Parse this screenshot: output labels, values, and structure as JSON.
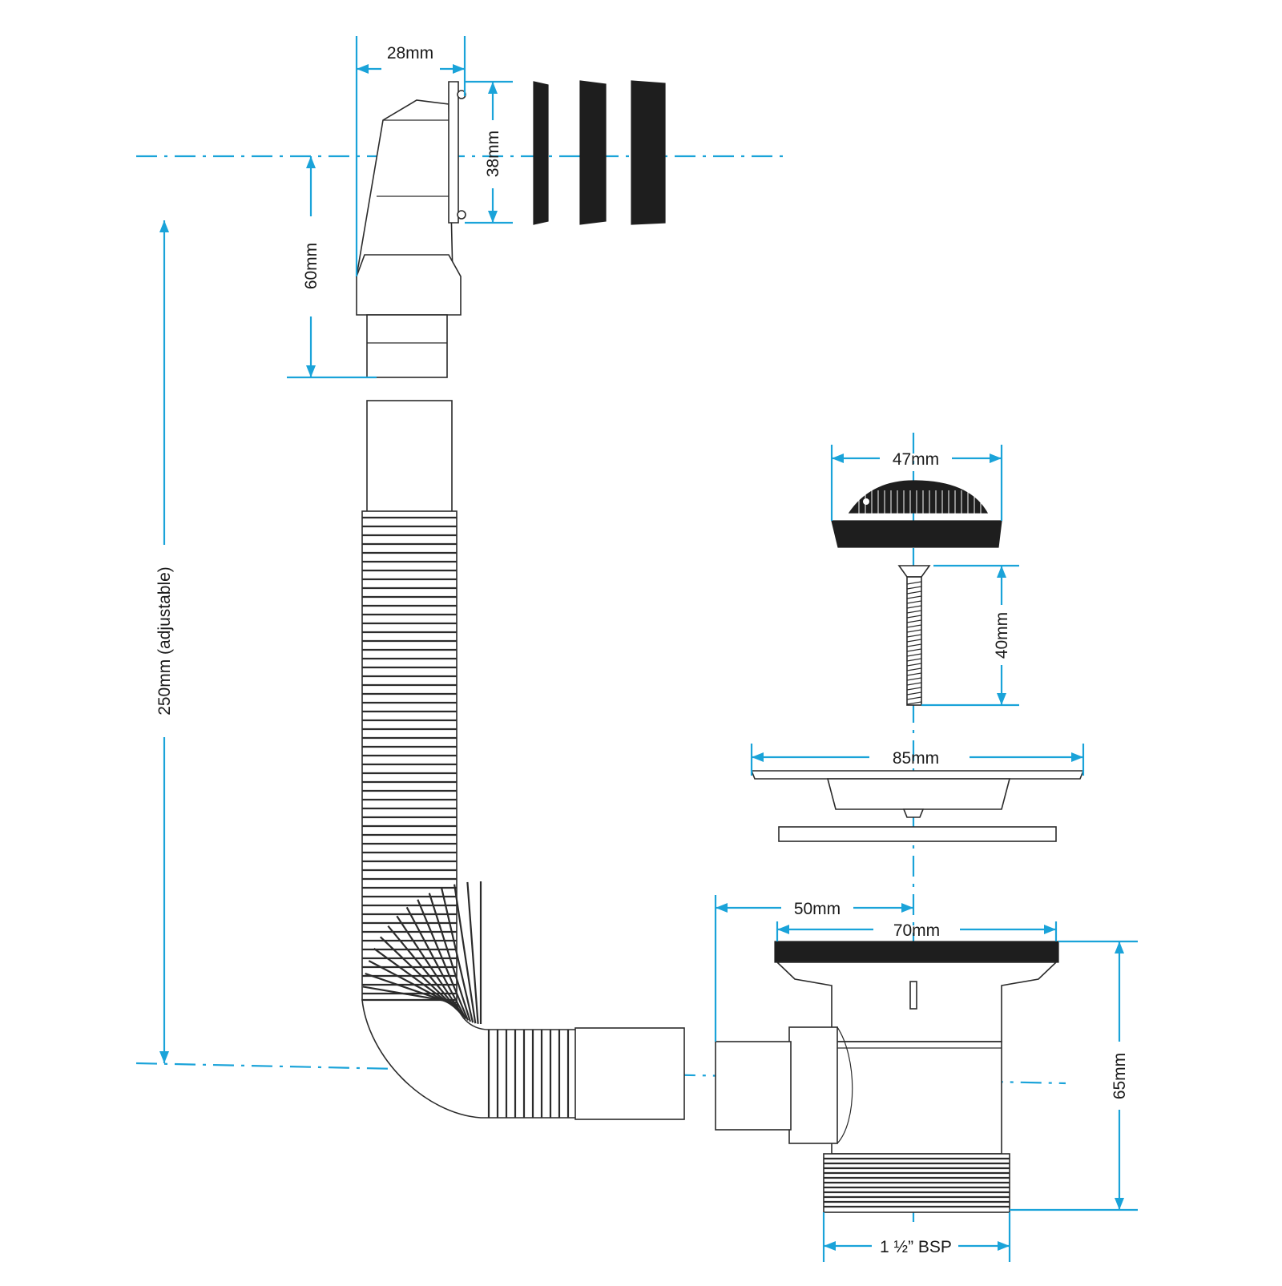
{
  "diagram": {
    "colors": {
      "dimension_line": "#1aa3d9",
      "outline": "#2b2b2b",
      "solid_part": "#1e1e1e",
      "background": "#ffffff"
    },
    "dimensions": {
      "overflow_width": "28mm",
      "overflow_height": "38mm",
      "overflow_depth": "60mm",
      "hose_length": "250mm (adjustable)",
      "plug_width": "47mm",
      "screw_length": "40mm",
      "flange_width": "85mm",
      "outlet_offset": "50mm",
      "body_width": "70mm",
      "body_height": "65mm",
      "thread_size": "1 ½” BSP"
    }
  }
}
